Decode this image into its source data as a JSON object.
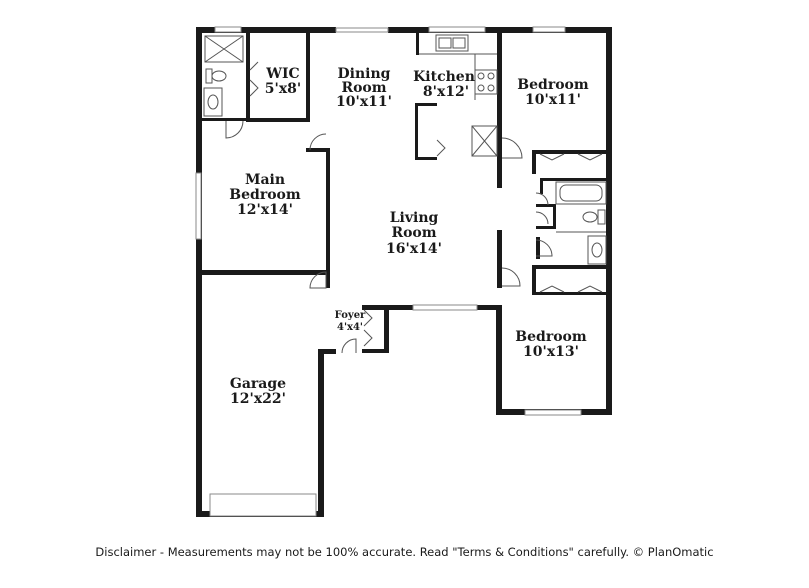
{
  "rooms": {
    "wic": {
      "name": "WIC",
      "size": "5'x8'"
    },
    "dining": {
      "name": "Dining Room",
      "line1": "Dining",
      "line2": "Room",
      "size": "10'x11'"
    },
    "kitchen": {
      "name": "Kitchen",
      "size": "8'x12'"
    },
    "bedroom_top": {
      "name": "Bedroom",
      "size": "10'x11'"
    },
    "main_bedroom": {
      "line1": "Main",
      "line2": "Bedroom",
      "size": "12'x14'"
    },
    "living": {
      "line1": "Living",
      "line2": "Room",
      "size": "16'x14'"
    },
    "foyer": {
      "name": "Foyer",
      "size": "4'x4'"
    },
    "bedroom_bottom": {
      "name": "Bedroom",
      "size": "10'x13'"
    },
    "garage": {
      "name": "Garage",
      "size": "12'x22'"
    }
  },
  "footer": {
    "disclaimer": "Disclaimer - Measurements may not be 100% accurate. Read \"Terms & Conditions\" carefully. © PlanOmatic"
  }
}
